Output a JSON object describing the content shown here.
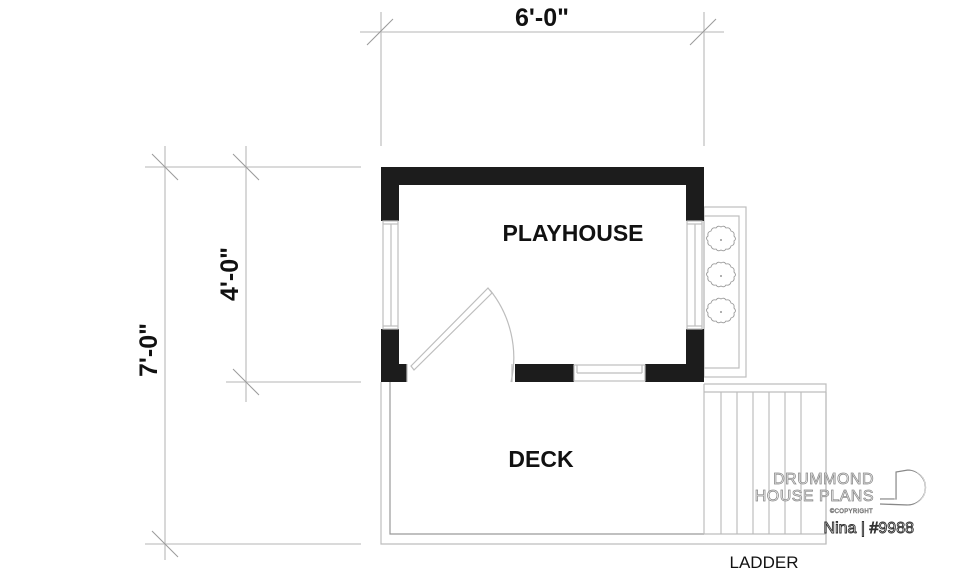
{
  "plan": {
    "dimensions": {
      "width_total": "6'-0\"",
      "depth_playhouse": "4'-0\"",
      "depth_total": "7'-0\""
    },
    "rooms": {
      "playhouse": "PLAYHOUSE",
      "deck": "DECK"
    },
    "labels": {
      "ladder": "LADDER"
    },
    "planter": {
      "flower_count": 3
    }
  },
  "watermark": {
    "line1": "DRUMMOND",
    "line2": "HOUSE PLANS",
    "copyright": "©COPYRIGHT",
    "plan_name": "Nina | #9988"
  },
  "colors": {
    "wall": "#1c1c1c",
    "line": "#c4c4c4",
    "background": "#ffffff"
  }
}
